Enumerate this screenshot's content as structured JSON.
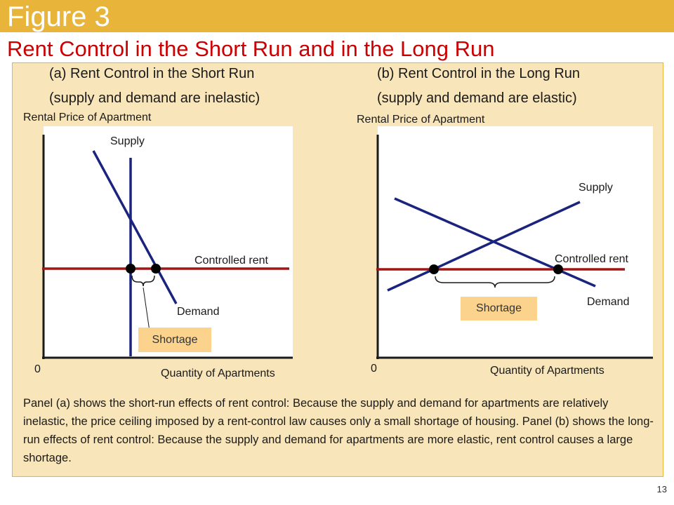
{
  "header": {
    "figure": "Figure 3",
    "title": "Rent Control in the Short Run and in the Long Run"
  },
  "panel_a": {
    "title": "(a) Rent Control in the Short Run",
    "subtitle": "(supply and demand are inelastic)",
    "ylabel": "Rental Price of Apartment",
    "xlabel": "Quantity of Apartments",
    "origin": "0",
    "supply_label": "Supply",
    "demand_label": "Demand",
    "controlled_label": "Controlled rent",
    "shortage_label": "Shortage"
  },
  "panel_b": {
    "title": "(b) Rent Control in the Long Run",
    "subtitle": "(supply and demand are elastic)",
    "ylabel": "Rental Price of Apartment",
    "xlabel": "Quantity of Apartments",
    "origin": "0",
    "supply_label": "Supply",
    "demand_label": "Demand",
    "controlled_label": "Controlled rent",
    "shortage_label": "Shortage"
  },
  "caption": "Panel (a) shows the short-run effects of rent control: Because the supply and demand for apartments are relatively inelastic, the price ceiling imposed by a rent-control law causes only a small shortage of housing. Panel (b) shows the long-run effects of rent control: Because the supply and demand for apartments are more elastic, rent control causes a large shortage.",
  "page_number": "13",
  "colors": {
    "header_bar": "#e8b43a",
    "title": "#cc0000",
    "panel_bg": "#f8e5b9",
    "curve": "#1a237e",
    "controlled_rent": "#a31515",
    "shortage_box": "#fbd38d"
  }
}
